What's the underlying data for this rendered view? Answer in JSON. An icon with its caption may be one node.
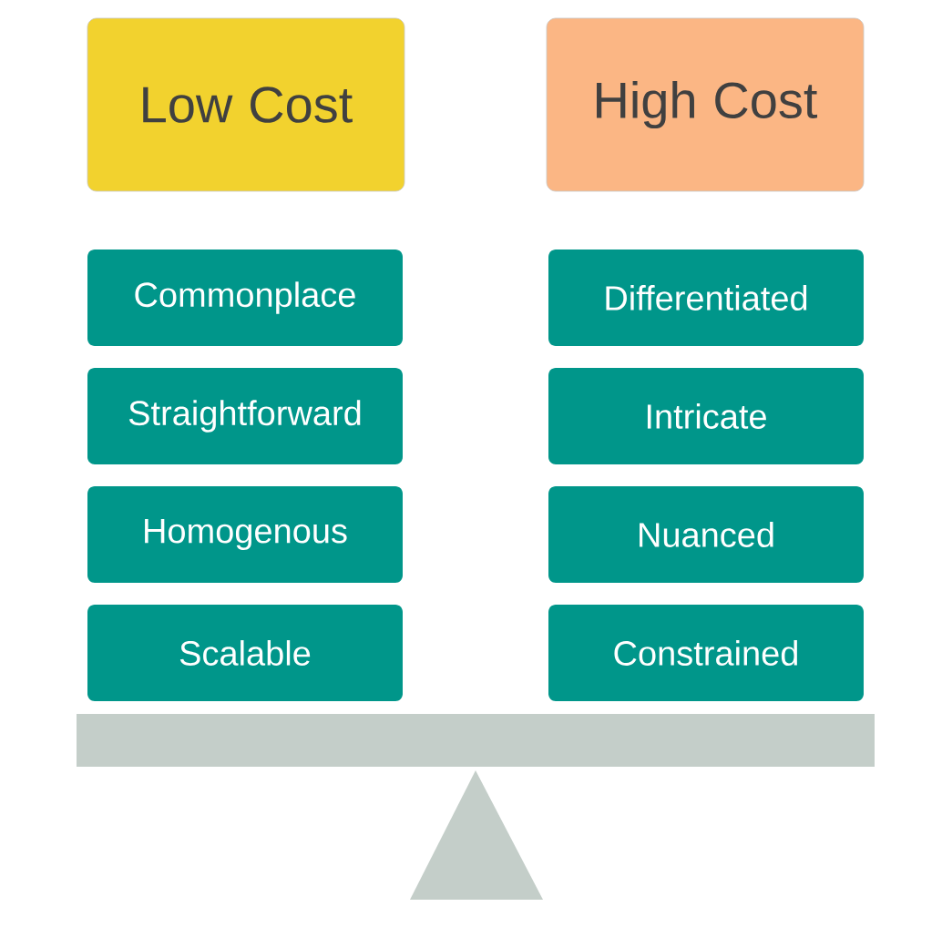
{
  "diagram": {
    "nodes": [
      {
        "text": [
          "Low Cost"
        ]
      },
      {
        "text": [
          "Commonplace"
        ]
      },
      {
        "text": [
          "Straightforward"
        ]
      },
      {
        "text": [
          "Homogenous"
        ]
      },
      {
        "text": [
          "Scalable"
        ]
      },
      {
        "text": [
          "High Cost"
        ]
      },
      {
        "text": [
          "Differentiated"
        ]
      },
      {
        "text": [
          "Intricate"
        ]
      },
      {
        "text": [
          "Nuanced"
        ]
      },
      {
        "text": [
          "Constrained"
        ]
      }
    ]
  }
}
